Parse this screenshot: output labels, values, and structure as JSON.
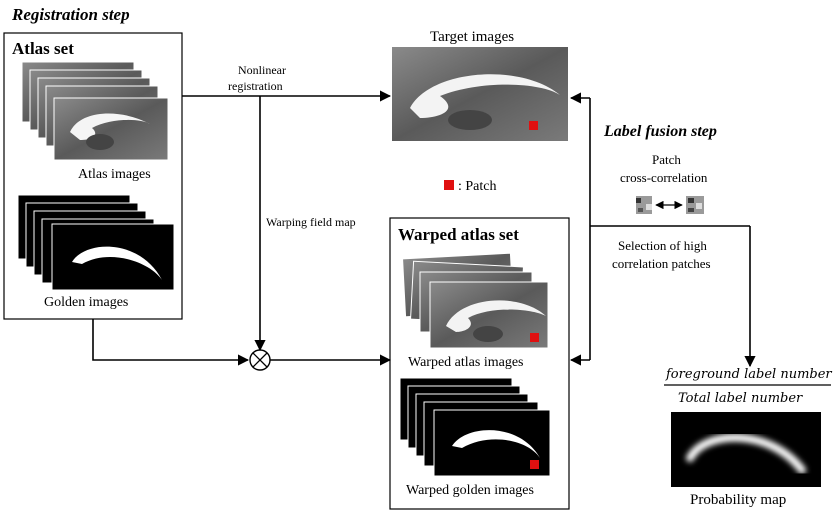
{
  "registration_step_title": "Registration step",
  "label_fusion_title": "Label fusion step",
  "atlas_set": {
    "title": "Atlas set",
    "atlas_images_label": "Atlas images",
    "golden_images_label": "Golden images"
  },
  "target_images_label": "Target images",
  "nonlinear_registration_line1": "Nonlinear",
  "nonlinear_registration_line2": "registration",
  "warping_field_map_label": "Warping field map",
  "patch_legend_label": ": Patch",
  "patch_cross_correlation_line1": "Patch",
  "patch_cross_correlation_line2": "cross-correlation",
  "selection_line1": "Selection of high",
  "selection_line2": "correlation patches",
  "warped_atlas_set": {
    "title": "Warped atlas set",
    "warped_atlas_images_label": "Warped atlas images",
    "warped_golden_images_label": "Warped golden images"
  },
  "formula": {
    "numerator": "foreground label number",
    "denominator": "Total label number"
  },
  "probability_map_label": "Probability map",
  "colors": {
    "patch": "#e01010",
    "line": "#000000",
    "mri_bg": "#6e6e6e",
    "mask_bg": "#000000"
  }
}
